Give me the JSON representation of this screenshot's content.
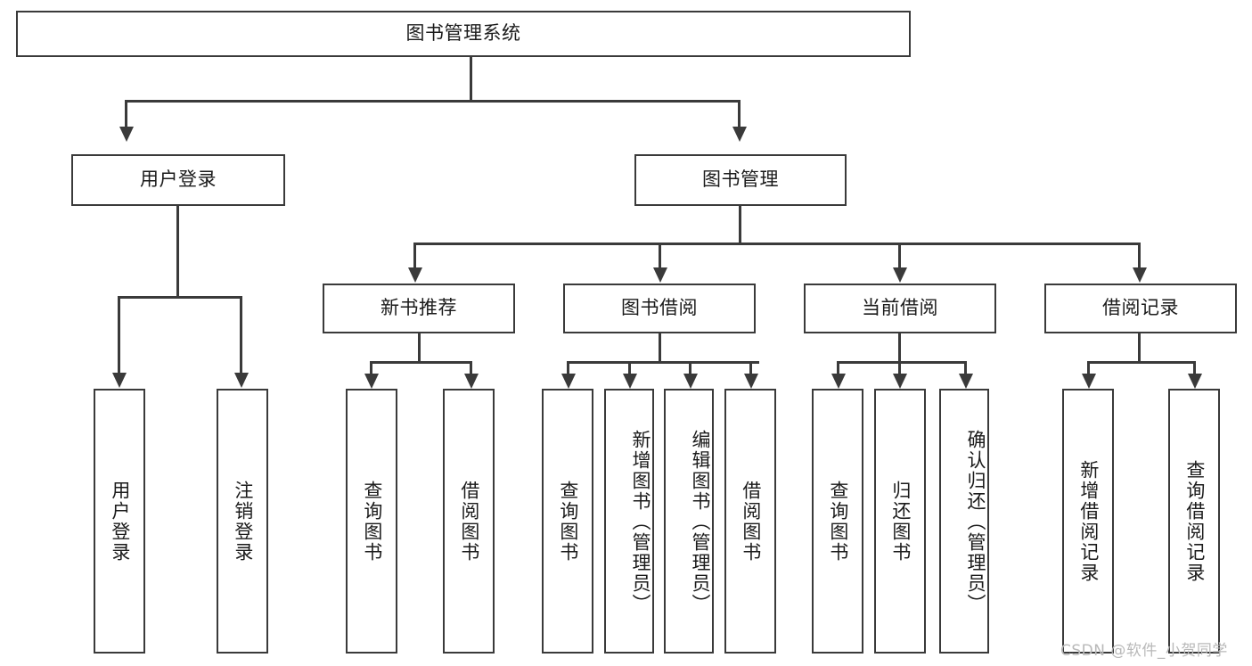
{
  "diagram": {
    "type": "hierarchy-tree",
    "title": "图书管理系统",
    "levels": {
      "root": {
        "label": "图书管理系统"
      },
      "level2": [
        {
          "label": "用户登录"
        },
        {
          "label": "图书管理"
        }
      ],
      "level3": [
        {
          "label": "新书推荐"
        },
        {
          "label": "图书借阅"
        },
        {
          "label": "当前借阅"
        },
        {
          "label": "借阅记录"
        }
      ],
      "leaves": {
        "user_login": [
          {
            "label": "用户登录"
          },
          {
            "label": "注销登录"
          }
        ],
        "new_book_recommend": [
          {
            "label": "查询图书"
          },
          {
            "label": "借阅图书"
          }
        ],
        "book_borrow": [
          {
            "label": "查询图书"
          },
          {
            "label": "新增图书（管理员）"
          },
          {
            "label": "编辑图书（管理员）"
          },
          {
            "label": "借阅图书"
          }
        ],
        "current_borrow": [
          {
            "label": "查询图书"
          },
          {
            "label": "归还图书"
          },
          {
            "label": "确认归还（管理员）"
          }
        ],
        "borrow_records": [
          {
            "label": "新增借阅记录"
          },
          {
            "label": "查询借阅记录"
          }
        ]
      }
    }
  },
  "watermark": {
    "text": "CSDN @软件_小贺同学"
  },
  "colors": {
    "stroke": "#3a3a3a",
    "text": "#1b1b1b",
    "background": "#ffffff",
    "watermark": "#b9b9b9"
  }
}
